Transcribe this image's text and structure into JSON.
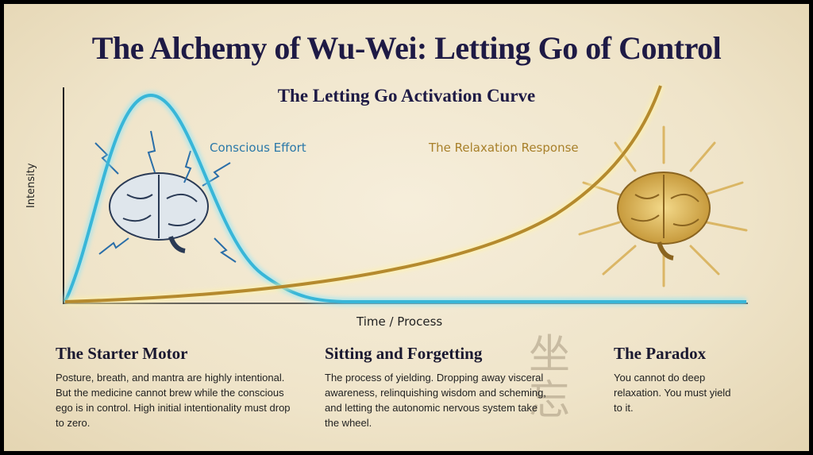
{
  "title": "The Alchemy of Wu-Wei: Letting Go of Control",
  "diagram": {
    "subtitle": "The Letting Go Activation Curve",
    "y_axis_label": "Intensity",
    "x_axis_label": "Time / Process",
    "curves": [
      {
        "label": "Conscious Effort",
        "color": "#38b6d8"
      },
      {
        "label": "The Relaxation Response",
        "color": "#b58a2e"
      }
    ]
  },
  "sections": [
    {
      "heading": "The Starter Motor",
      "body": "Posture, breath, and mantra are highly intentional. But the medicine cannot brew while the conscious ego is in control. High initial intentionality must drop to zero."
    },
    {
      "heading": "Sitting and Forgetting",
      "body": "The process of yielding. Dropping away visceral awareness, relinquishing wisdom and scheming, and letting the autonomic nervous system take the wheel."
    },
    {
      "heading": "The Paradox",
      "body": "You cannot do deep relaxation. You must yield to it."
    }
  ],
  "watermark": "坐忘"
}
